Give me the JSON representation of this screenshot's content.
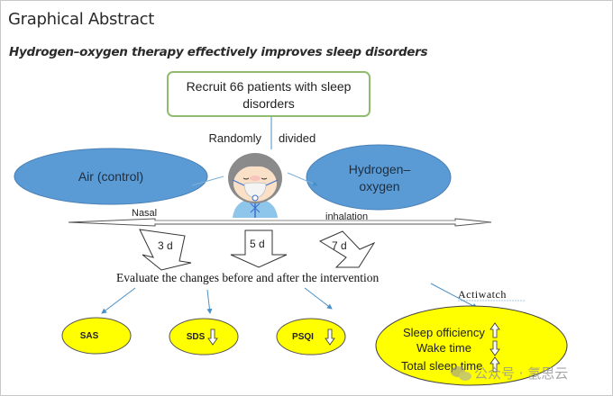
{
  "header": {
    "title": "Graphical Abstract",
    "subtitle": "Hydrogen–oxygen therapy effectively improves sleep disorders"
  },
  "recruit_box": {
    "line1": "Recruit 66 patients with sleep",
    "line2": "disorders"
  },
  "randomization": {
    "left": "Randomly",
    "right": "divided"
  },
  "groups": {
    "control": "Air (control)",
    "treatment_line1": "Hydrogen–",
    "treatment_line2": "oxygen"
  },
  "route": {
    "left": "Nasal",
    "right": "inhalation"
  },
  "timepoints": [
    "3 d",
    "5 d",
    "7 d"
  ],
  "evaluation": "Evaluate the changes before and after the intervention",
  "device": "Actiwatch",
  "outcomes": {
    "sas": {
      "label": "SAS",
      "direction": "none"
    },
    "sds": {
      "label": "SDS",
      "direction": "down"
    },
    "psqi": {
      "label": "PSQI",
      "direction": "down"
    },
    "actiwatch": [
      {
        "label": "Sleep officiency",
        "direction": "up"
      },
      {
        "label": "Wake time",
        "direction": "down"
      },
      {
        "label": "Total sleep time",
        "direction": "up"
      }
    ]
  },
  "colors": {
    "group_ellipse": "#5b9bd5",
    "outcome_ellipse": "#ffff00",
    "recruit_border": "#8fbc6f",
    "arrow_blue": "#4a90c8"
  },
  "watermark": "公众号 · 氢思云"
}
